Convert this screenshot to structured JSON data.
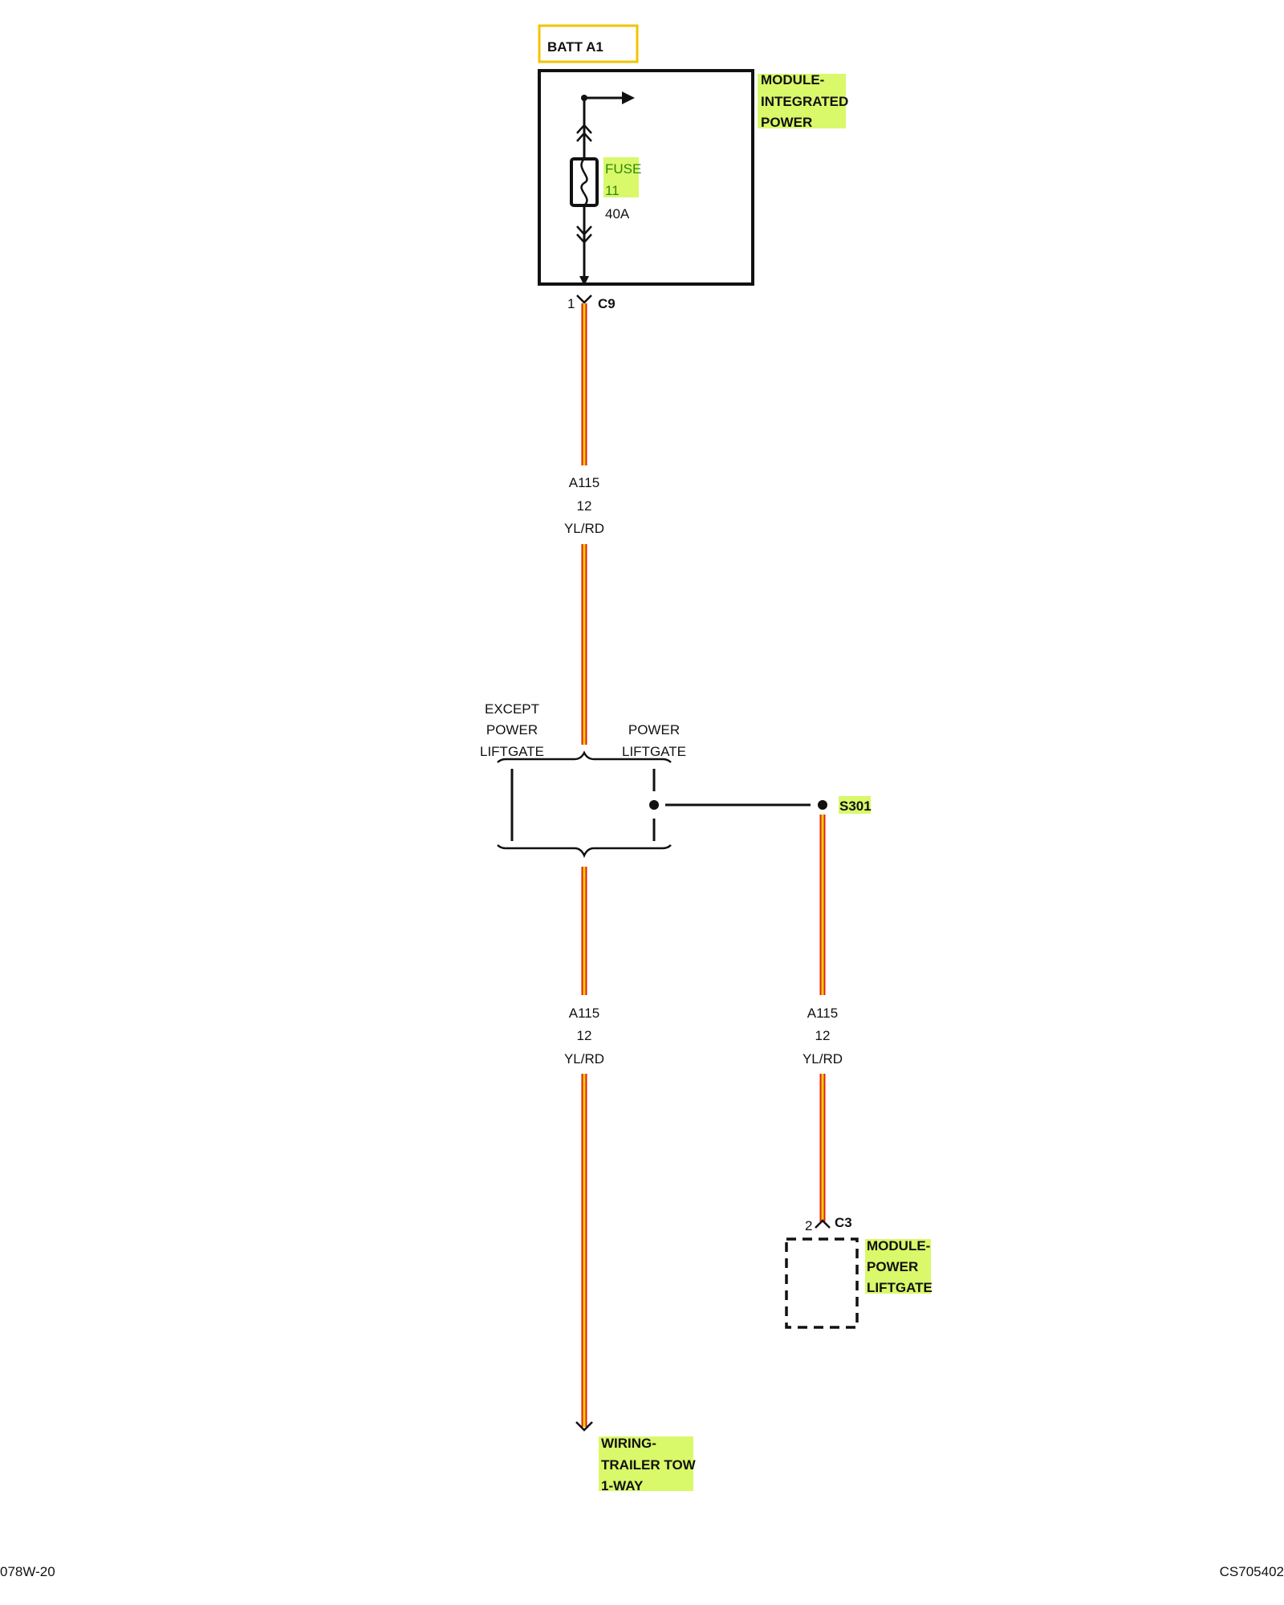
{
  "power_source": {
    "label": "BATT A1"
  },
  "integrated_module": {
    "line1": "MODULE-",
    "line2": "INTEGRATED",
    "line3": "POWER"
  },
  "fuse": {
    "line1": "FUSE",
    "line2": "11",
    "rating": "40A"
  },
  "connector_c9": {
    "pin": "1",
    "name": "C9"
  },
  "wire_top": {
    "circuit": "A115",
    "gauge": "12",
    "color": "YL/RD"
  },
  "option_left": {
    "line1": "EXCEPT",
    "line2": "POWER",
    "line3": "LIFTGATE"
  },
  "option_right": {
    "line1": "POWER",
    "line2": "LIFTGATE"
  },
  "splice": {
    "name": "S301"
  },
  "wire_left": {
    "circuit": "A115",
    "gauge": "12",
    "color": "YL/RD"
  },
  "wire_right": {
    "circuit": "A115",
    "gauge": "12",
    "color": "YL/RD"
  },
  "connector_c3": {
    "pin": "2",
    "name": "C3"
  },
  "liftgate_module": {
    "line1": "MODULE-",
    "line2": "POWER",
    "line3": "LIFTGATE"
  },
  "trailer": {
    "line1": "WIRING-",
    "line2": "TRAILER TOW",
    "line3": "1-WAY"
  },
  "footer": {
    "left": "078W-20",
    "right": "CS705402"
  },
  "colors": {
    "wire_outer": "#e0201a",
    "wire_inner": "#f5d000",
    "highlight": "#d9f86a",
    "batt_border": "#f2c400"
  }
}
